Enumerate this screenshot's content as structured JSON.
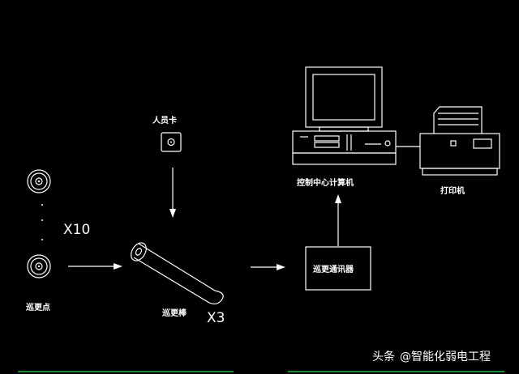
{
  "diagram": {
    "labels": {
      "card": "人员卡",
      "patrol_point": "巡更点",
      "patrol_stick": "巡更棒",
      "communicator": "巡更通讯器",
      "computer": "控制中心计算机",
      "printer": "打印机"
    },
    "counts": {
      "points": "X10",
      "sticks": "X3"
    }
  },
  "watermark": {
    "platform": "头条",
    "account": "@智能化弱电工程"
  },
  "colors": {
    "background": "#000000",
    "line": "#ffffff",
    "accent": "#1a8a3a"
  }
}
